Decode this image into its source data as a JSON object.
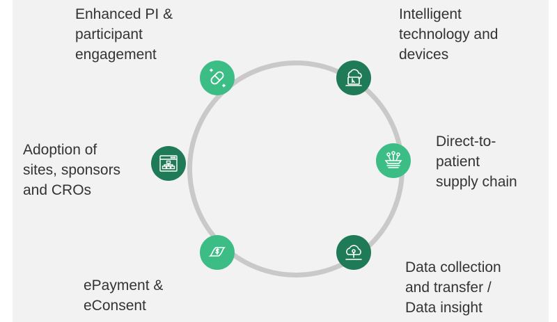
{
  "colors": {
    "background": "#f2f2f2",
    "ring": "#c9c9c9",
    "light_green": "#3dbd86",
    "dark_green": "#1f7a57",
    "text": "#333333"
  },
  "nodes": [
    {
      "icon": "pill-icon",
      "color": "#3dbd86",
      "lines": [
        "Enhanced PI &",
        "participant",
        "engagement"
      ]
    },
    {
      "icon": "cloud-laptop-icon",
      "color": "#1f7a57",
      "lines": [
        "Intelligent",
        "technology and",
        "devices"
      ]
    },
    {
      "icon": "supply-chain-icon",
      "color": "#3dbd86",
      "lines": [
        "Direct-to-",
        "patient",
        "supply chain"
      ]
    },
    {
      "icon": "cloud-data-icon",
      "color": "#1f7a57",
      "lines": [
        "Data collection",
        "and transfer /",
        "Data insight"
      ]
    },
    {
      "icon": "payment-icon",
      "color": "#3dbd86",
      "lines": [
        "ePayment &",
        "eConsent"
      ]
    },
    {
      "icon": "sitemap-icon",
      "color": "#1f7a57",
      "lines": [
        "Adoption of",
        "sites, sponsors",
        "and CROs"
      ]
    }
  ]
}
